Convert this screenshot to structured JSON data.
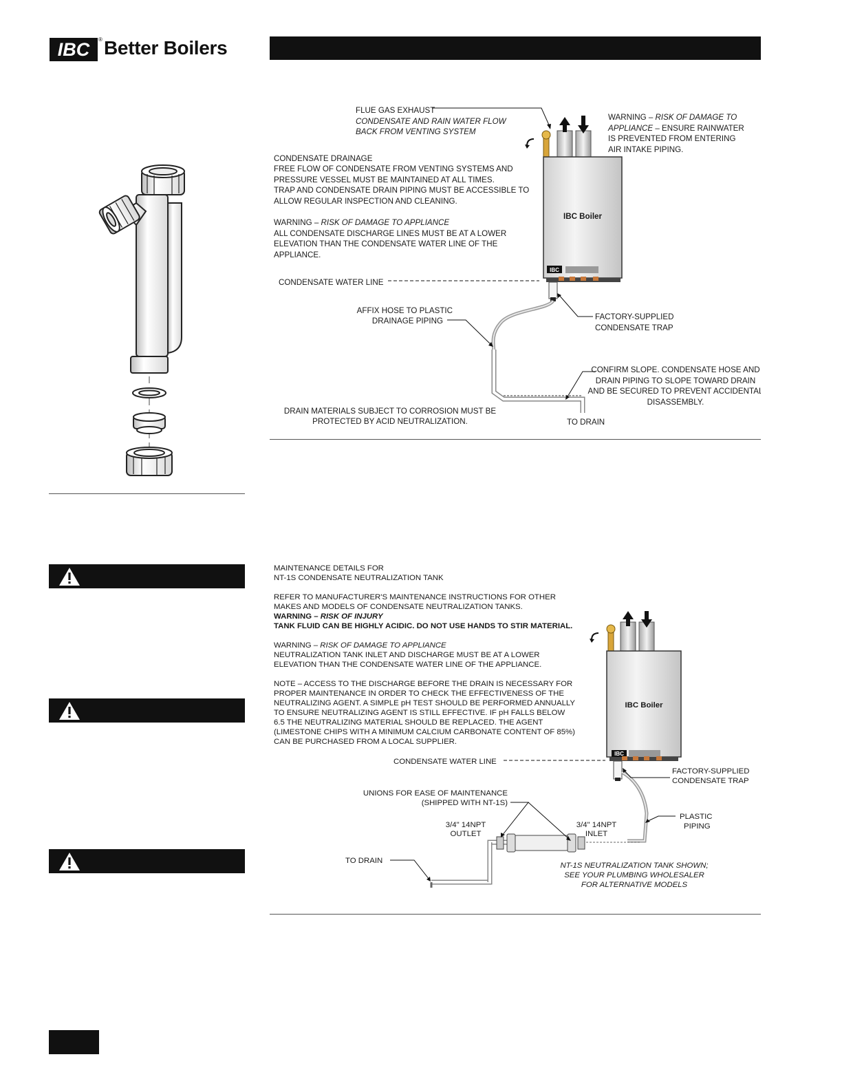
{
  "header": {
    "logo_mark": "IBC",
    "logo_reg": "®",
    "logo_text": "Better Boilers"
  },
  "figure1": {
    "flue_lines": [
      "FLUE GAS EXHAUST",
      "CONDENSATE AND RAIN WATER FLOW",
      "BACK FROM VENTING SYSTEM"
    ],
    "warn_rain_lines": [
      "WARNING – ",
      "RISK OF DAMAGE TO",
      "APPLIANCE",
      " – ENSURE RAINWATER",
      "IS PREVENTED FROM ENTERING",
      "AIR INTAKE PIPING."
    ],
    "drainage_lines": [
      "CONDENSATE DRAINAGE",
      "FREE FLOW OF CONDENSATE FROM VENTING SYSTEMS AND",
      "PRESSURE VESSEL MUST BE MAINTAINED AT ALL TIMES.",
      "TRAP AND CONDENSATE DRAIN PIPING MUST BE ACCESSIBLE TO",
      "ALLOW REGULAR INSPECTION AND CLEANING."
    ],
    "warn_appliance_prefix": "WARNING – ",
    "warn_appliance_italic": "RISK OF DAMAGE TO APPLIANCE",
    "warn_appliance_lines": [
      "ALL CONDENSATE DISCHARGE LINES MUST BE AT A LOWER",
      "ELEVATION THAN THE CONDENSATE WATER LINE OF THE",
      "APPLIANCE."
    ],
    "boiler_label": "IBC Boiler",
    "badge": "IBC",
    "water_line": "CONDENSATE WATER LINE",
    "affix_lines": [
      "AFFIX HOSE TO PLASTIC",
      "DRAINAGE PIPING"
    ],
    "trap_lines": [
      "FACTORY-SUPPLIED",
      "CONDENSATE TRAP"
    ],
    "slope_lines": [
      "CONFIRM SLOPE.  CONDENSATE HOSE AND",
      "DRAIN PIPING TO SLOPE TOWARD DRAIN",
      "AND BE SECURED TO PREVENT ACCIDENTAL",
      "DISASSEMBLY."
    ],
    "corrosion_lines": [
      "DRAIN MATERIALS SUBJECT TO CORROSION MUST BE",
      "PROTECTED BY ACID NEUTRALIZATION."
    ],
    "to_drain": "TO DRAIN"
  },
  "figure2": {
    "maint_lines": [
      "MAINTENANCE DETAILS FOR",
      "NT-1S CONDENSATE NEUTRALIZATION TANK"
    ],
    "refer_lines": [
      "REFER TO MANUFACTURER'S MAINTENANCE INSTRUCTIONS FOR OTHER",
      "MAKES AND MODELS OF CONDENSATE NEUTRALIZATION TANKS."
    ],
    "injury_prefix": "WARNING – ",
    "injury_italic": "RISK OF INJURY",
    "injury_line": "TANK FLUID CAN BE HIGHLY ACIDIC.  DO NOT USE HANDS TO STIR MATERIAL.",
    "appliance_prefix": "WARNING – ",
    "appliance_italic": "RISK OF DAMAGE TO APPLIANCE",
    "appliance_lines": [
      "NEUTRALIZATION TANK INLET AND DISCHARGE MUST BE AT A LOWER",
      "ELEVATION THAN THE CONDENSATE WATER LINE OF THE APPLIANCE."
    ],
    "note_lines": [
      "NOTE – ACCESS TO THE DISCHARGE BEFORE THE DRAIN IS NECESSARY FOR",
      "PROPER MAINTENANCE IN ORDER TO CHECK THE EFFECTIVENESS OF THE",
      "NEUTRALIZING AGENT.  A SIMPLE pH TEST SHOULD BE PERFORMED ANNUALLY",
      "TO ENSURE NEUTRALIZING AGENT IS STILL EFFECTIVE.  IF pH FALLS BELOW",
      "6.5 THE NEUTRALIZING MATERIAL SHOULD BE REPLACED.  THE AGENT",
      "(LIMESTONE CHIPS WITH A MINIMUM CALCIUM CARBONATE CONTENT OF 85%)",
      "CAN BE PURCHASED FROM A LOCAL SUPPLIER."
    ],
    "boiler_label": "IBC Boiler",
    "badge": "IBC",
    "water_line": "CONDENSATE WATER LINE",
    "trap_lines": [
      "FACTORY-SUPPLIED",
      "CONDENSATE TRAP"
    ],
    "unions_lines": [
      "UNIONS FOR EASE OF MAINTENANCE",
      "(SHIPPED WITH NT-1S)"
    ],
    "plastic_lines": [
      "PLASTIC",
      "PIPING"
    ],
    "outlet_lines": [
      "3/4\" 14NPT",
      "OUTLET"
    ],
    "inlet_lines": [
      "3/4\" 14NPT",
      "INLET"
    ],
    "to_drain": "TO DRAIN",
    "tank_lines": [
      "NT-1S NEUTRALIZATION TANK SHOWN;",
      "SEE YOUR PLUMBING WHOLESALER",
      "FOR ALTERNATIVE MODELS"
    ]
  }
}
